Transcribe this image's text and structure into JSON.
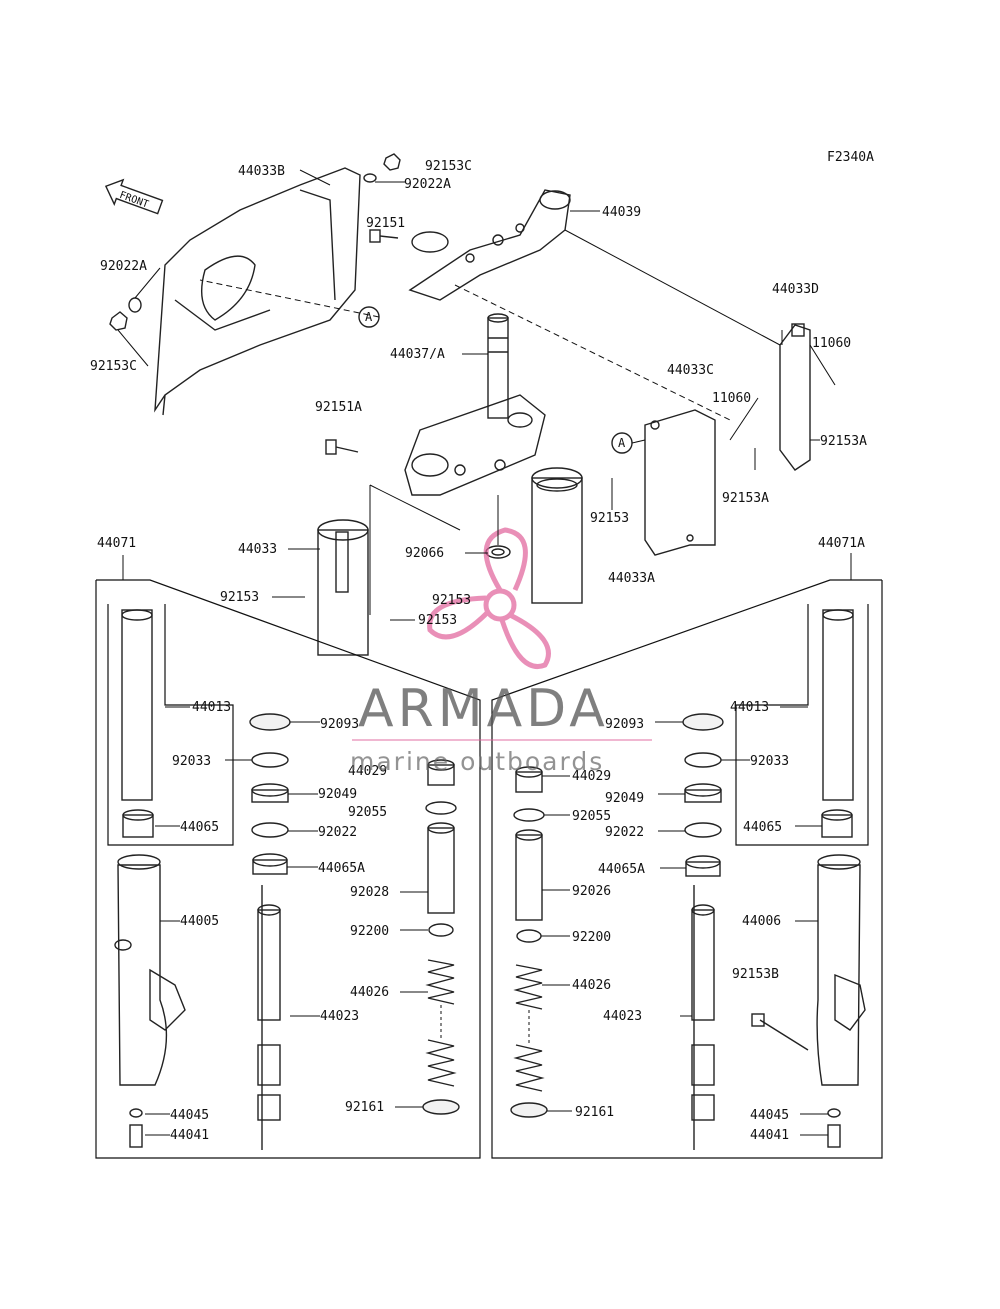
{
  "figure_code": "F2340A",
  "front_label": "FRONT",
  "ref_marker": "A",
  "watermark": {
    "title": "ARMADA",
    "subtitle": "marine outboards",
    "accent_color": "#e0609a"
  },
  "labels": [
    "44033B",
    "92153C",
    "92022A",
    "92151",
    "44039",
    "92022A",
    "92153C",
    "44033D",
    "11060",
    "44037/A",
    "44033C",
    "11060",
    "92151A",
    "92153A",
    "92153A",
    "92153",
    "92066",
    "44033",
    "92153",
    "92153",
    "92153",
    "44033A",
    "44071",
    "44071A",
    "44013",
    "92093",
    "92033",
    "44029",
    "92049",
    "92055",
    "44065",
    "92022",
    "44065A",
    "44005",
    "92028",
    "92200",
    "44026",
    "44023",
    "44045",
    "44041",
    "92161",
    "44013",
    "92093",
    "92033",
    "44029",
    "92049",
    "92055",
    "44065",
    "92022",
    "44065A",
    "44006",
    "92026",
    "92200",
    "92153B",
    "44026",
    "44023",
    "44045",
    "44041",
    "92161"
  ]
}
